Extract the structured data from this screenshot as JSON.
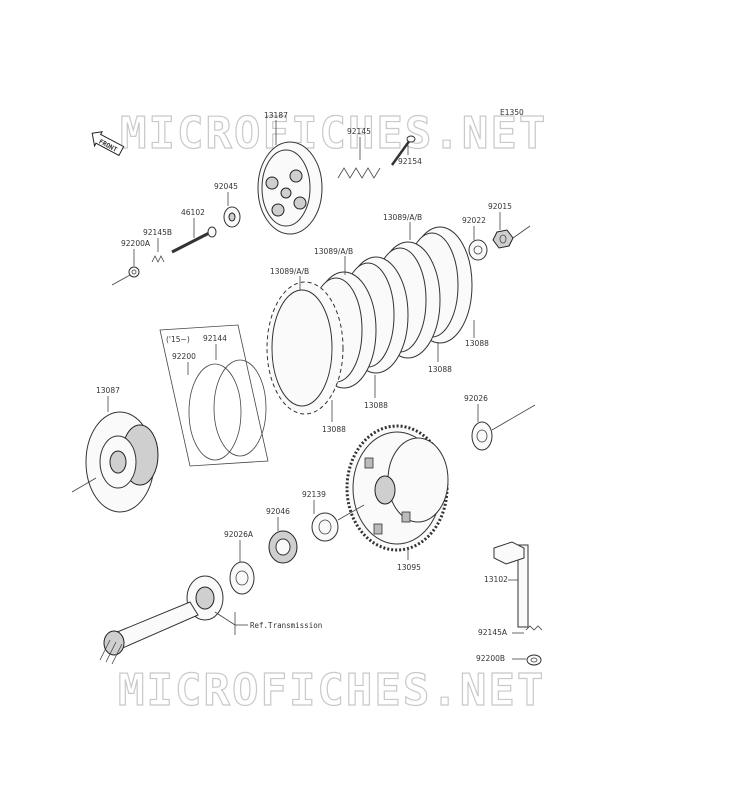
{
  "diagram_code": "E1350",
  "watermark": "MICROFICHES.NET",
  "front_badge": "FRONT",
  "year_note": "('15~)",
  "ref_label": "Ref.Transmission",
  "parts": {
    "p13187": "13187",
    "p92145": "92145",
    "p92154": "92154",
    "p92045": "92045",
    "p46102": "46102",
    "p92145B": "92145B",
    "p92200A": "92200A",
    "p13089a": "13089/A/B",
    "p13089b": "13089/A/B",
    "p13089c": "13089/A/B",
    "p92022": "92022",
    "p92015": "92015",
    "p13088a": "13088",
    "p13088b": "13088",
    "p13088c": "13088",
    "p13088d": "13088",
    "p92144": "92144",
    "p92200": "92200",
    "p13087": "13087",
    "p92026": "92026",
    "p92139": "92139",
    "p92046": "92046",
    "p92026A": "92026A",
    "p13095": "13095",
    "p13102": "13102",
    "p92145A": "92145A",
    "p92200B": "92200B"
  }
}
